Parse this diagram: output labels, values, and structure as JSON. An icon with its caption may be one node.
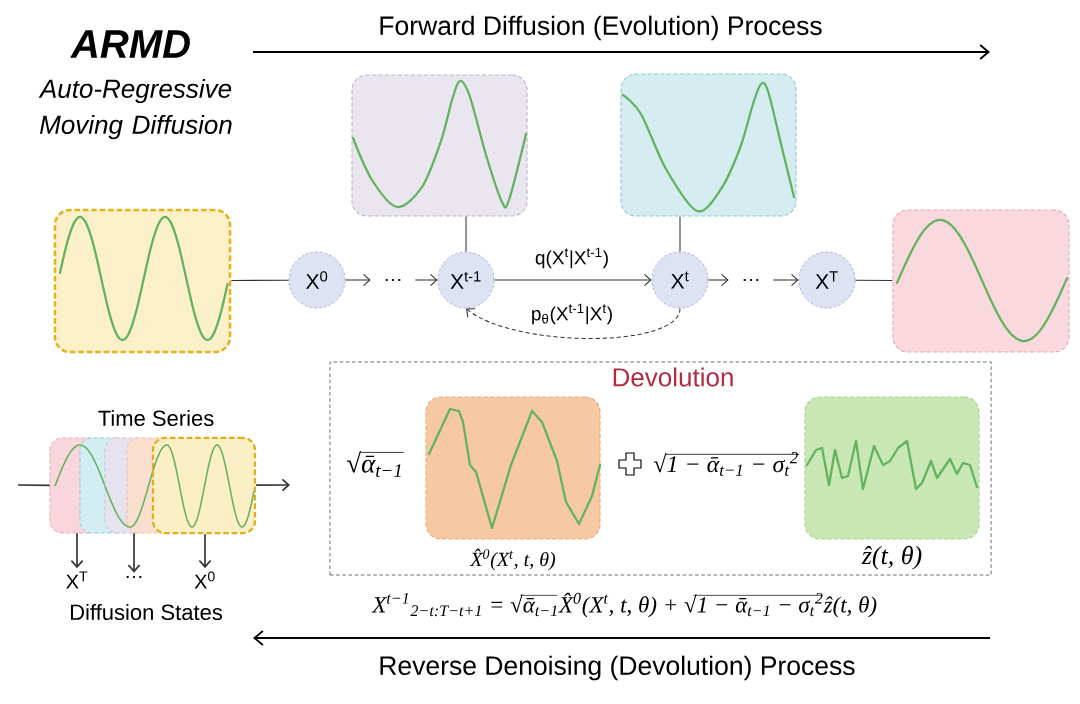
{
  "diagram": {
    "title": "ARMD",
    "nodes": [
      {
        "text": [],
        "shape": "picture"
      },
      {
        "text": [],
        "shape": "picture"
      },
      {
        "text": [],
        "shape": "picture"
      },
      {
        "text": [
          "X$^{0}$"
        ]
      },
      {
        "text": [
          "…"
        ]
      },
      {
        "text": [
          "X$^{t-1}$"
        ]
      },
      {
        "text": [
          "X$^{t}$"
        ]
      },
      {
        "text": [
          "…"
        ]
      },
      {
        "text": [
          "X$^{T}$"
        ]
      },
      {
        "text": [],
        "shape": "picture"
      },
      {
        "text": [
          "Devolution",
          "√ᾱ$_{t−1}$",
          "√1 − ᾱ$_{t−1}$ − σ$_{t}$$^{2}$"
        ]
      },
      {
        "text": [],
        "shape": "picture",
        "in": 10,
        "beside": [
          "X̂$^{0}$(X$^{t}$, t, θ)"
        ]
      },
      {
        "text": [],
        "shape": "picture",
        "in": 10,
        "beside": [
          "ẑ(t, θ)"
        ]
      },
      {
        "text": [],
        "shape": "box"
      },
      {
        "text": [],
        "shape": "box"
      },
      {
        "text": [],
        "shape": "box"
      },
      {
        "text": [],
        "shape": "box"
      },
      {
        "text": [],
        "shape": "box"
      },
      {
        "text": [
          "X$^{T}$"
        ]
      },
      {
        "text": [
          "…"
        ]
      },
      {
        "text": [
          "X$^{0}$"
        ]
      }
    ],
    "edges": [
      {
        "from": 2,
        "to": 3,
        "arrow": "none"
      },
      {
        "from": 3,
        "to": 4,
        "arrow": "to"
      },
      {
        "from": 4,
        "to": 5,
        "arrow": "to"
      },
      {
        "from": 0,
        "to": 5,
        "arrow": "none"
      },
      {
        "from": 5,
        "to": 6,
        "arrow": "to",
        "label": "q(X$^{t}$|X$^{t-1}$)"
      },
      {
        "from": 6,
        "to": 5,
        "arrow": "to",
        "label": "p$_{θ}$(X$^{t-1}$|X$^{t}$)",
        "style": "dashed"
      },
      {
        "from": 1,
        "to": 6,
        "arrow": "none"
      },
      {
        "from": 6,
        "to": 7,
        "arrow": "to"
      },
      {
        "from": 7,
        "to": 8,
        "arrow": "to"
      },
      {
        "from": 8,
        "to": 9,
        "arrow": "none"
      },
      {
        "from": null,
        "to": 13,
        "arrow": "none"
      },
      {
        "from": 17,
        "to": null,
        "arrow": "to"
      },
      {
        "from": 13,
        "to": 18,
        "arrow": "to"
      },
      {
        "from": 16,
        "to": 19,
        "arrow": "to"
      },
      {
        "from": 17,
        "to": 20,
        "arrow": "to"
      }
    ],
    "labels": [
      "Forward Diffusion (Evolution) Process",
      "Auto-Regressive Moving Diffusion",
      "Time Series",
      "X$^{t−1}$$_{2−t:T−t+1}$ = √ᾱ$_{t−1}$X̂$^{0}$(X$^{t}$, t, θ) + √1 − ᾱ$_{t−1}$ − σ$_{t}$$^{2}$ẑ(t, θ)",
      "Diffusion States",
      "Reverse Denoising (Devolution) Process"
    ]
  }
}
